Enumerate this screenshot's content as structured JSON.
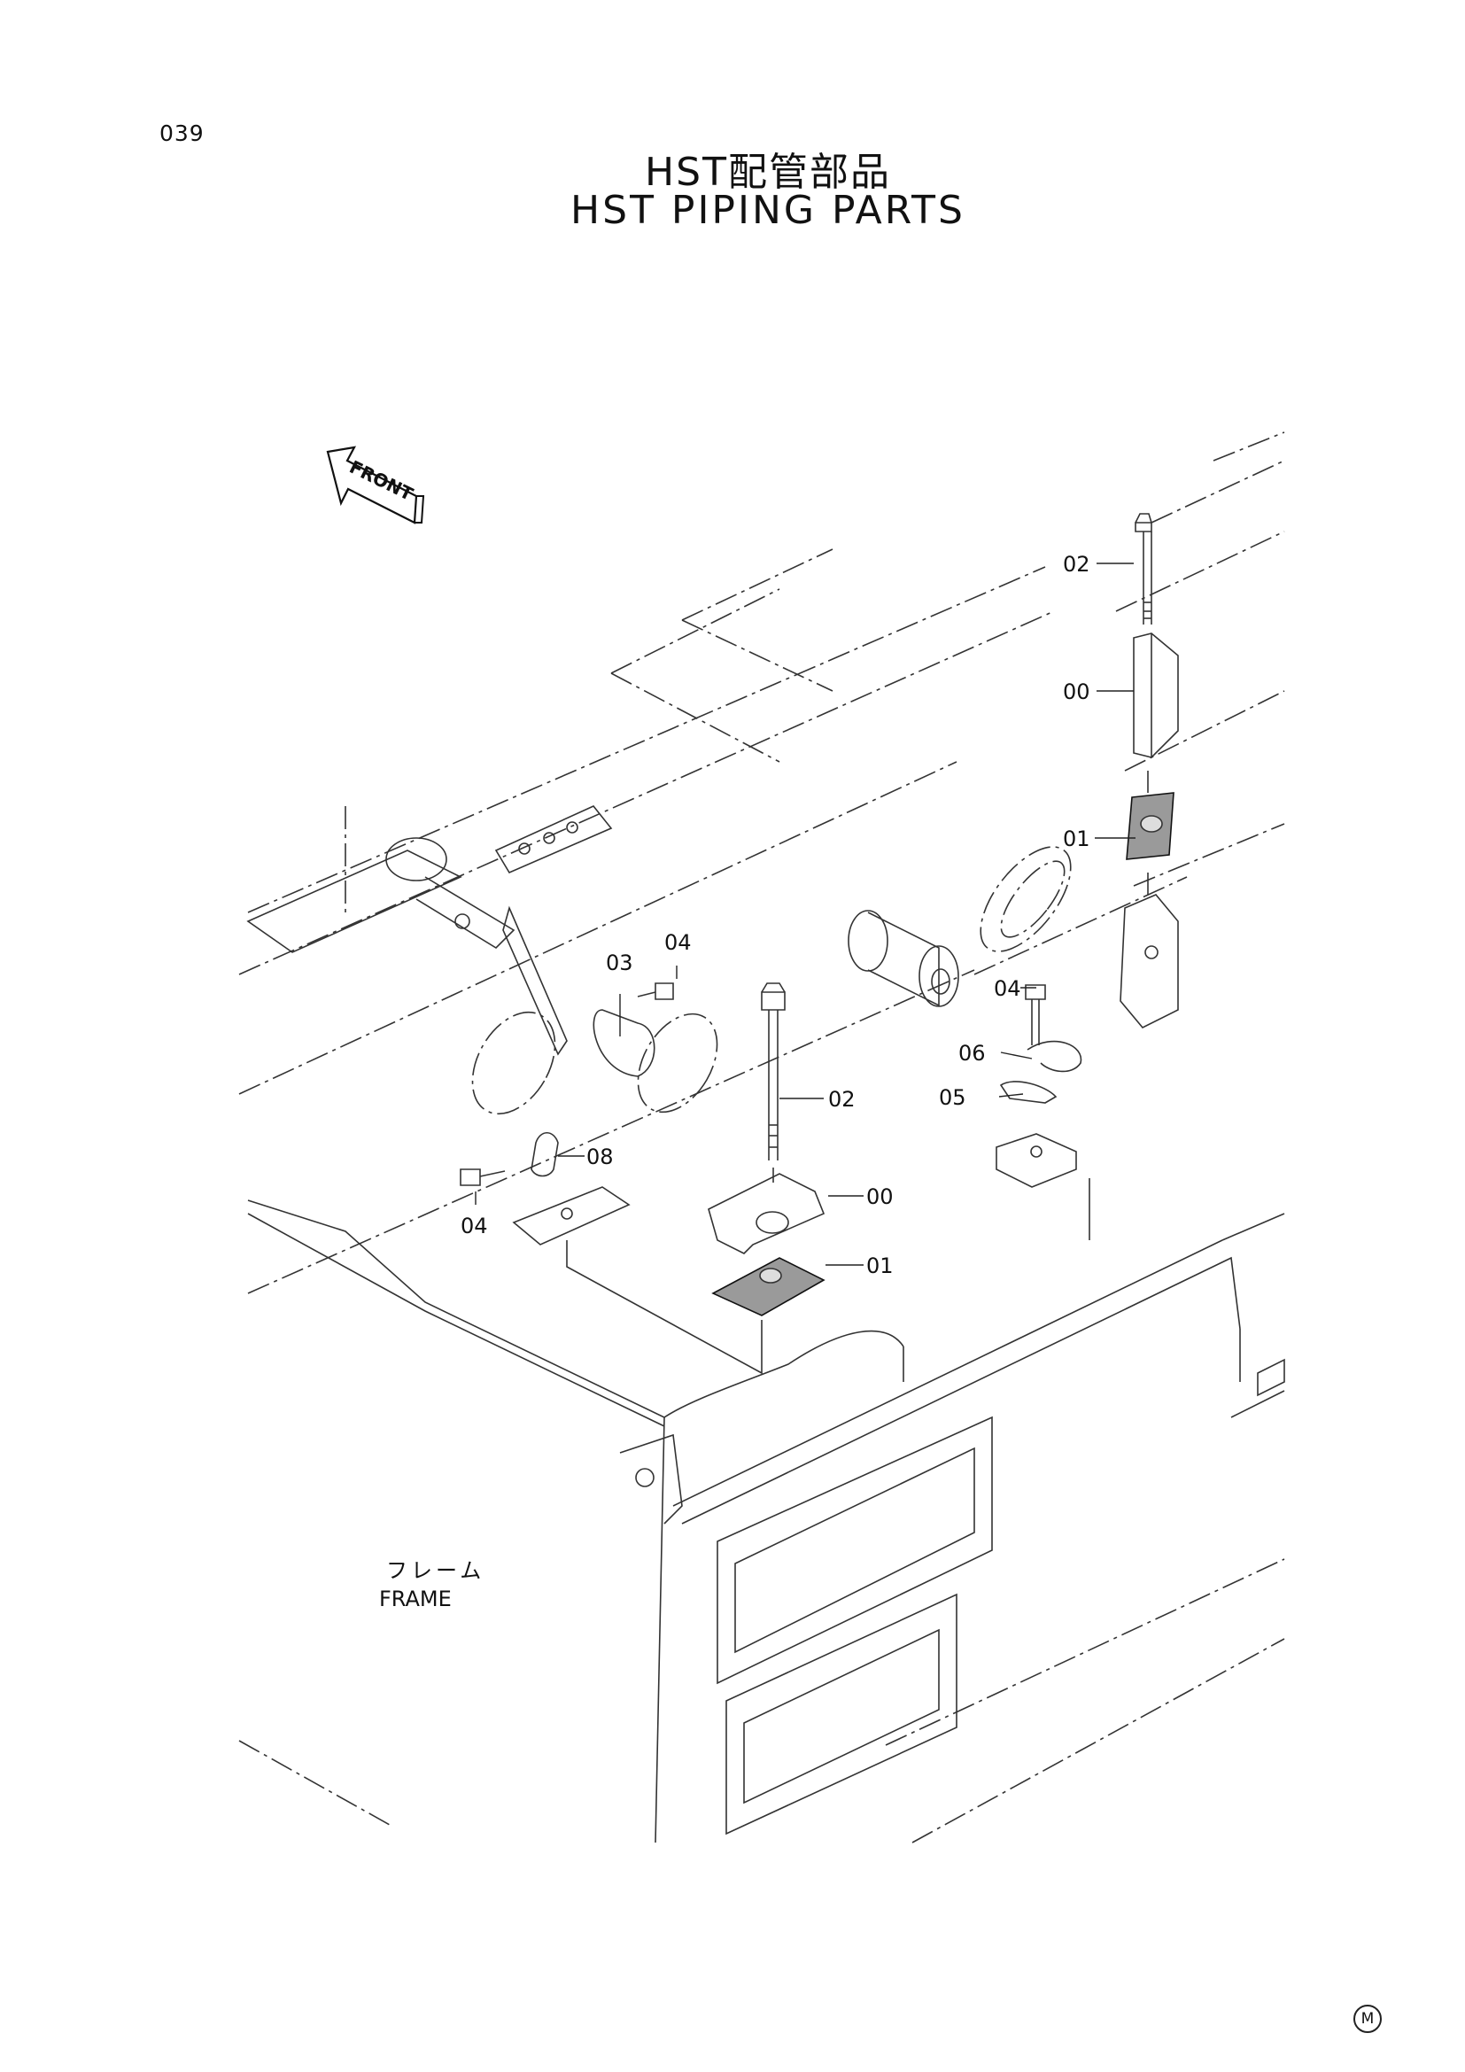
{
  "page_number": "039",
  "title_jp": "HST配管部品",
  "title_en": "HST PIPING PARTS",
  "front_label": "FRONT",
  "frame_label_jp": "フレーム",
  "frame_label_en": "FRAME",
  "corner_mark": "M",
  "callouts": [
    "02",
    "00",
    "01",
    "04",
    "06",
    "05",
    "03",
    "04",
    "02",
    "08",
    "04",
    "00",
    "01"
  ]
}
